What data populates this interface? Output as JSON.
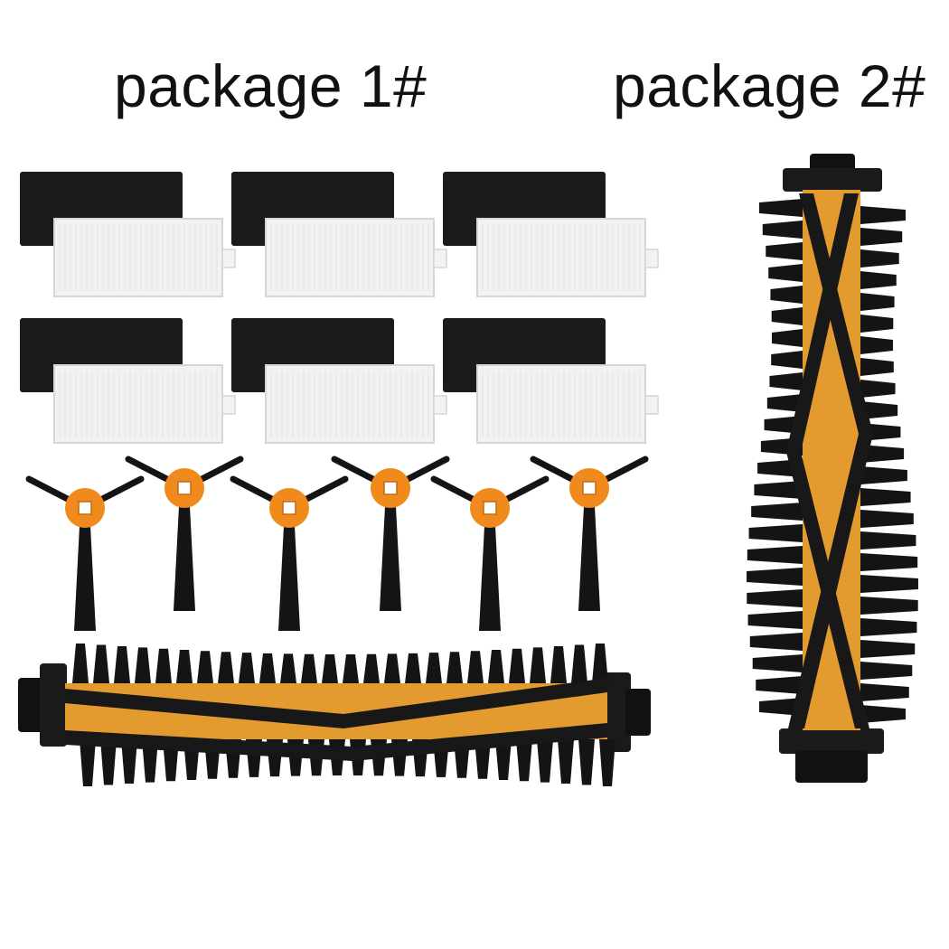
{
  "labels": {
    "package_1": "package 1#",
    "package_2": "package 2#"
  },
  "colors": {
    "background": "#ffffff",
    "sponge": "#1b1b1b",
    "hepa_filter": "#f2f2f2",
    "hepa_frame": "#d6d6d6",
    "side_brush_hub": "#f08a1c",
    "bristles": "#141414",
    "roller_core": "#e49a2c"
  },
  "package_1_contents": {
    "sponge_filters": 6,
    "hepa_filters": 6,
    "side_brushes": 6,
    "main_roller_brushes": 1
  },
  "package_2_contents": {
    "main_roller_brushes": 1
  }
}
